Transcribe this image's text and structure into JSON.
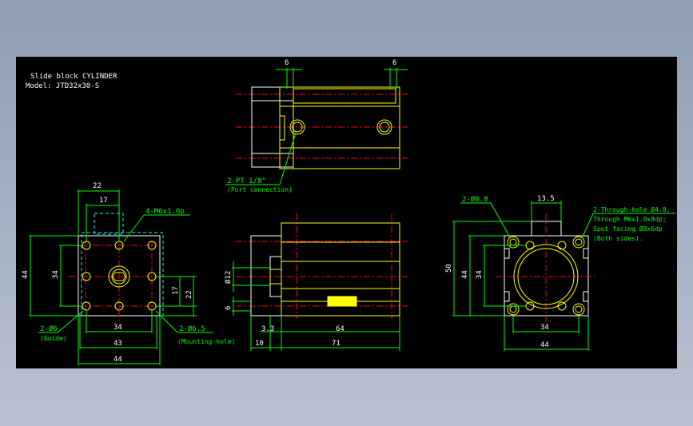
{
  "title": {
    "line1": "Slide block CYLINDER",
    "line2": "Model: JTD32x30-S"
  },
  "top_view": {
    "dim_left": "6",
    "dim_right": "6",
    "port_label": "2-PT 1/8\"",
    "port_note": "(Port connection)"
  },
  "left_view": {
    "dim_22_top": "22",
    "dim_17_top": "17",
    "thread_label": "4-M6x1.0p",
    "dim_44_left": "44",
    "dim_34_left": "34",
    "dim_17_right": "17",
    "dim_22_right": "22",
    "guide_label": "2-Ø6",
    "guide_note": "(Guide)",
    "mount_label": "2-Ø6.5",
    "mount_note": "(Mounting-hole)",
    "dim_34_bottom": "34",
    "dim_43_bottom": "43",
    "dim_44_bottom": "44"
  },
  "front_view": {
    "dim_12": "Ø12",
    "dim_6": "6",
    "dim_3_3": "3.3",
    "dim_64": "64",
    "dim_10": "10",
    "dim_71": "71"
  },
  "right_view": {
    "hole_label": "2-Ø8.8",
    "dim_13_5": "13.5",
    "through_line1": "2-Through-hole Ø4.8,",
    "through_line2": "Through M6x1.0x8dp;",
    "through_line3": "Spot facing Ø8x6dp",
    "through_line4": "(Both sides).",
    "dim_50": "50",
    "dim_44_left": "44",
    "dim_34_left": "34",
    "dim_34_bottom": "34",
    "dim_44_bottom": "44"
  },
  "colors": {
    "background": "#000000",
    "outline": "#ffffff",
    "part": "#ffff00",
    "centerline": "#ff0000",
    "hidden": "#00ffff",
    "dimension": "#00ff00"
  }
}
